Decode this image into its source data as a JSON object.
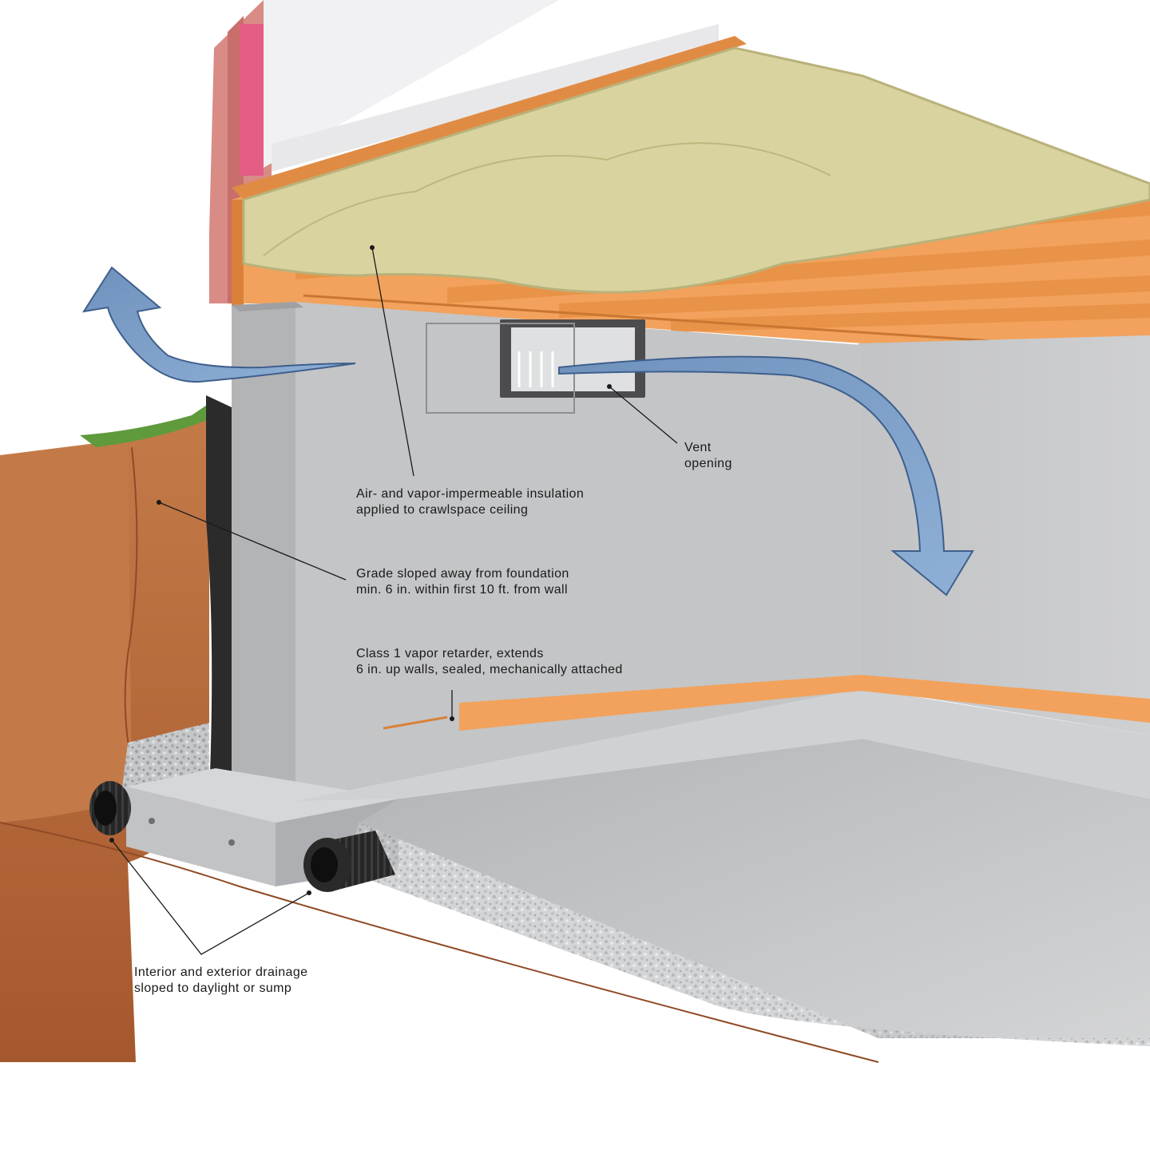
{
  "callouts": {
    "vent": {
      "line1": "Vent",
      "line2": "opening"
    },
    "insulation": {
      "line1": "Air- and vapor-impermeable insulation",
      "line2": "applied to crawlspace ceiling"
    },
    "grade": {
      "line1": "Grade sloped away from foundation",
      "line2": "min. 6 in. within first 10 ft. from wall"
    },
    "vapor_retarder": {
      "line1": "Class 1 vapor retarder, extends",
      "line2": "6 in. up walls, sealed, mechanically attached"
    },
    "drainage": {
      "line1": "Interior and exterior drainage",
      "line2": "sloped to daylight or sump"
    }
  },
  "colors": {
    "soil": "#b5693c",
    "soil_dark": "#8f4a26",
    "lumber": "#f2a25c",
    "insulation": "#d9d3a0",
    "concrete_wall": "#c9cacc",
    "floor_gravel": "#b9bbbd",
    "airflow_arrow": "#7f9fc6",
    "grass": "#5f9a3c",
    "dampproofing": "#2b2b2b",
    "drain_pipe": "#1e1e1e",
    "siding": "#d98b86"
  }
}
